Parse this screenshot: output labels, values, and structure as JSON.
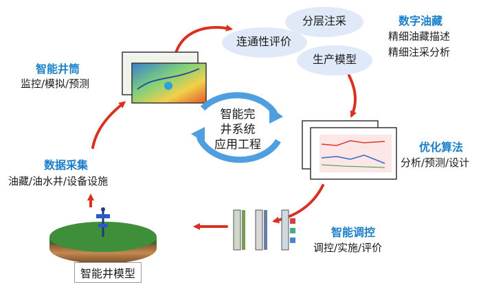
{
  "colors": {
    "accent_blue": "#1a7fc8",
    "arrow_red": "#d9301f",
    "ellipse": "#dfe9f7"
  },
  "ellipses": {
    "layer_injection": "分层注采",
    "connectivity": "连通性评价",
    "production_model": "生产模型"
  },
  "nodes": {
    "wellbore": {
      "title": "智能井筒",
      "sub": "监控/模拟/预测"
    },
    "reservoir": {
      "title": "数字油藏",
      "line1": "精细油藏描述",
      "line2": "精细注采分析"
    },
    "algorithm": {
      "title": "优化算法",
      "sub": "分析/预测/设计"
    },
    "data": {
      "title": "数据采集",
      "sub": "油藏/油水井/设备设施"
    },
    "control": {
      "title": "智能调控",
      "sub": "调控/实施/评价"
    }
  },
  "center": {
    "line1": "智能完",
    "line2": "井系统",
    "line3": "应用工程"
  },
  "model_label": "智能井模型"
}
